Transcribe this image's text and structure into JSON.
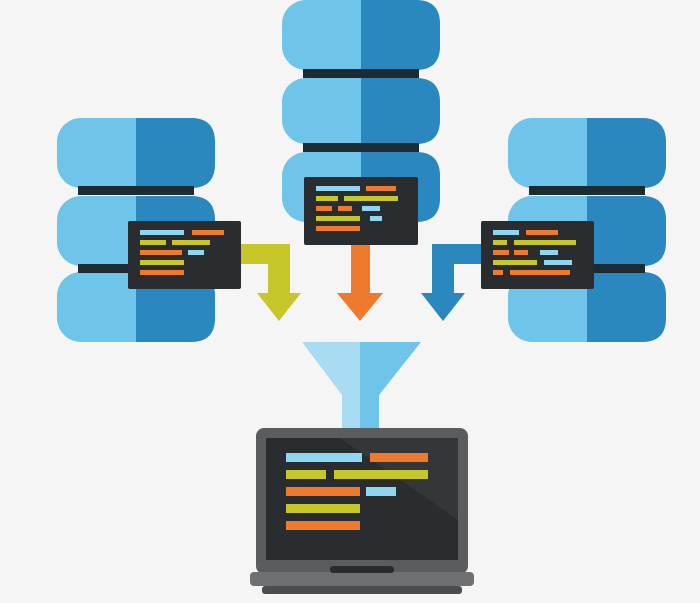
{
  "diagram": {
    "servers": [
      {
        "id": "left",
        "arrow_color": "#c8c72a"
      },
      {
        "id": "center",
        "arrow_color": "#ef7a2d"
      },
      {
        "id": "right",
        "arrow_color": "#2a88bf"
      }
    ],
    "colors": {
      "background": "#f5f5f5",
      "db_light": "#6fc4ea",
      "db_dark": "#2a88bf",
      "db_band": "#1d2b33",
      "screen": "#2a2d2f",
      "code_blue": "#8ed6f2",
      "code_orange": "#ef7a2d",
      "code_yellow": "#c8c72a",
      "funnel_light": "#a8dcf3",
      "funnel_dark": "#6fc4ea",
      "laptop_body": "#5a5c5e",
      "laptop_base": "#6e7072"
    },
    "icons": [
      "database-icon",
      "code-window-icon",
      "arrow-down-icon",
      "funnel-icon",
      "laptop-icon"
    ]
  }
}
